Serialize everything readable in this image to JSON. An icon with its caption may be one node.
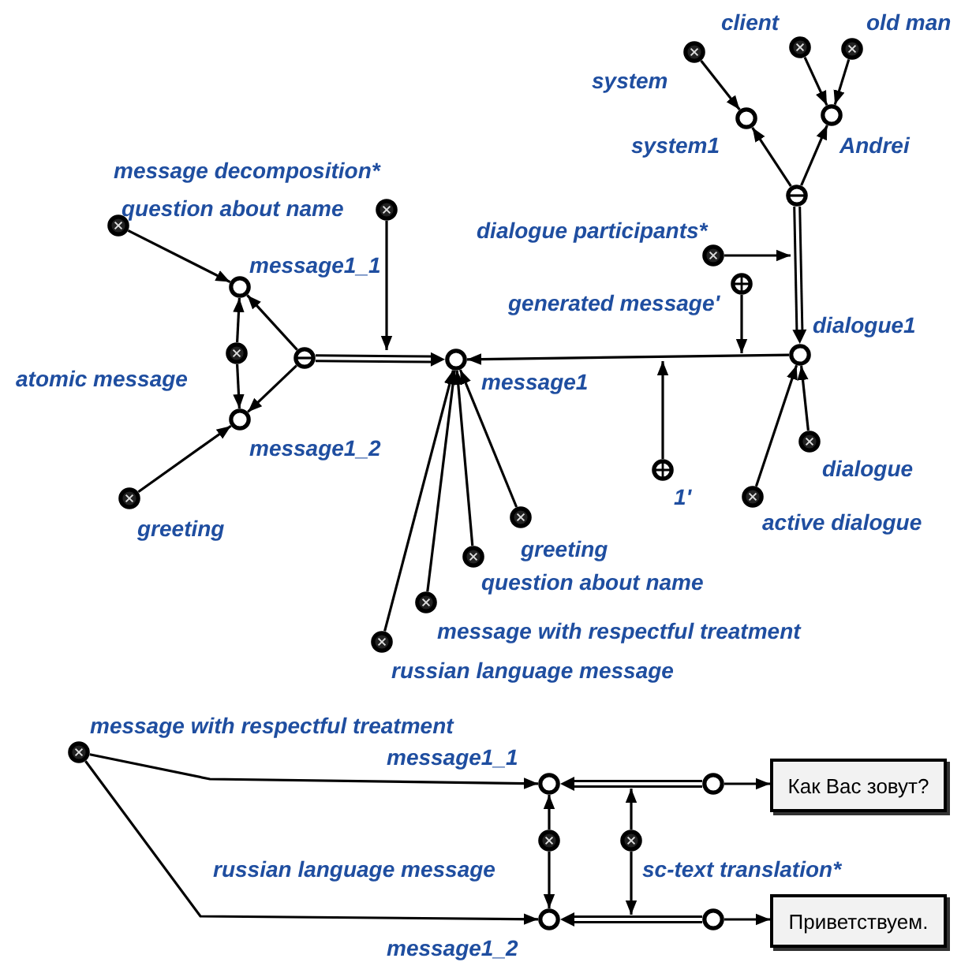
{
  "diagram": {
    "nodes": [
      {
        "text": [],
        "shape": "cross-circle",
        "beside": [
          "message decomposition*"
        ]
      },
      {
        "text": [],
        "shape": "cross-circle",
        "beside": [
          "question about name"
        ]
      },
      {
        "text": [],
        "shape": "circle",
        "beside": [
          "message1_1"
        ]
      },
      {
        "text": [],
        "shape": "cross-circle",
        "beside": [
          "atomic message"
        ]
      },
      {
        "text": [],
        "shape": "circle",
        "beside": [
          "message1_2"
        ]
      },
      {
        "text": [],
        "shape": "cross-circle",
        "beside": [
          "greeting"
        ]
      },
      {
        "text": [],
        "shape": "minus-circle"
      },
      {
        "text": [],
        "shape": "circle",
        "beside": [
          "message1"
        ]
      },
      {
        "text": [],
        "shape": "cross-circle",
        "beside": [
          "system"
        ]
      },
      {
        "text": [],
        "shape": "cross-circle",
        "beside": [
          "client"
        ]
      },
      {
        "text": [],
        "shape": "cross-circle",
        "beside": [
          "old man"
        ]
      },
      {
        "text": [],
        "shape": "circle",
        "beside": [
          "system1"
        ]
      },
      {
        "text": [],
        "shape": "circle",
        "beside": [
          "Andrei"
        ]
      },
      {
        "text": [],
        "shape": "minus-circle"
      },
      {
        "text": [],
        "shape": "cross-circle",
        "beside": [
          "dialogue participants*"
        ]
      },
      {
        "text": [],
        "shape": "plus-circle",
        "beside": [
          "generated message'"
        ]
      },
      {
        "text": [],
        "shape": "circle",
        "beside": [
          "dialogue1"
        ]
      },
      {
        "text": [],
        "shape": "plus-circle",
        "beside": [
          "1'"
        ]
      },
      {
        "text": [],
        "shape": "cross-circle",
        "beside": [
          "dialogue"
        ]
      },
      {
        "text": [],
        "shape": "cross-circle",
        "beside": [
          "active dialogue"
        ]
      },
      {
        "text": [],
        "shape": "cross-circle",
        "beside": [
          "greeting"
        ]
      },
      {
        "text": [],
        "shape": "cross-circle",
        "beside": [
          "question about name"
        ]
      },
      {
        "text": [],
        "shape": "cross-circle",
        "beside": [
          "message with respectful treatment"
        ]
      },
      {
        "text": [],
        "shape": "cross-circle",
        "beside": [
          "russian language message"
        ]
      },
      {
        "text": [],
        "shape": "cross-circle",
        "beside": [
          "message with respectful treatment"
        ]
      },
      {
        "text": [],
        "shape": "circle",
        "beside": [
          "message1_1"
        ]
      },
      {
        "text": [],
        "shape": "circle",
        "beside": [
          "message1_2"
        ]
      },
      {
        "text": [],
        "shape": "cross-circle",
        "beside": [
          "russian language message"
        ]
      },
      {
        "text": [],
        "shape": "circle"
      },
      {
        "text": [],
        "shape": "circle"
      },
      {
        "text": [],
        "shape": "cross-circle",
        "beside": [
          "sc-text translation*"
        ]
      },
      {
        "text": [
          "Как Вас зовут?"
        ]
      },
      {
        "text": [
          "Приветствуем."
        ]
      }
    ],
    "edges": [
      {
        "from": 1,
        "to": 2,
        "arrow": "to"
      },
      {
        "from": 3,
        "to": 2,
        "arrow": "to"
      },
      {
        "from": 3,
        "to": 4,
        "arrow": "to"
      },
      {
        "from": 5,
        "to": 4,
        "arrow": "to"
      },
      {
        "from": 6,
        "to": 2,
        "arrow": "to"
      },
      {
        "from": 6,
        "to": 4,
        "arrow": "to"
      },
      {
        "from": 6,
        "to": 7,
        "arrow": "to",
        "style": "thick"
      },
      {
        "from": 0,
        "to": null,
        "arrow": "to"
      },
      {
        "from": 8,
        "to": 11,
        "arrow": "to"
      },
      {
        "from": 9,
        "to": 12,
        "arrow": "to"
      },
      {
        "from": 10,
        "to": 12,
        "arrow": "to"
      },
      {
        "from": 13,
        "to": 11,
        "arrow": "to"
      },
      {
        "from": 13,
        "to": 12,
        "arrow": "to"
      },
      {
        "from": 13,
        "to": 16,
        "arrow": "to",
        "style": "thick"
      },
      {
        "from": 14,
        "to": null,
        "arrow": "to"
      },
      {
        "from": 16,
        "to": 7,
        "arrow": "to"
      },
      {
        "from": 15,
        "to": null,
        "arrow": "to"
      },
      {
        "from": 17,
        "to": null,
        "arrow": "to"
      },
      {
        "from": 18,
        "to": 16,
        "arrow": "to"
      },
      {
        "from": 19,
        "to": 16,
        "arrow": "to"
      },
      {
        "from": 20,
        "to": 7,
        "arrow": "to"
      },
      {
        "from": 21,
        "to": 7,
        "arrow": "to"
      },
      {
        "from": 22,
        "to": 7,
        "arrow": "to"
      },
      {
        "from": 23,
        "to": 7,
        "arrow": "to"
      },
      {
        "from": 24,
        "to": 25,
        "arrow": "to"
      },
      {
        "from": 24,
        "to": 26,
        "arrow": "to"
      },
      {
        "from": 27,
        "to": 25,
        "arrow": "to"
      },
      {
        "from": 27,
        "to": 26,
        "arrow": "to"
      },
      {
        "from": 28,
        "to": 25,
        "arrow": "to",
        "style": "thick"
      },
      {
        "from": 29,
        "to": 26,
        "arrow": "to",
        "style": "thick"
      },
      {
        "from": 30,
        "to": null,
        "arrow": "to"
      },
      {
        "from": 30,
        "to": null,
        "arrow": "to"
      },
      {
        "from": 28,
        "to": 31,
        "arrow": "to"
      },
      {
        "from": 29,
        "to": 32,
        "arrow": "to"
      }
    ]
  }
}
